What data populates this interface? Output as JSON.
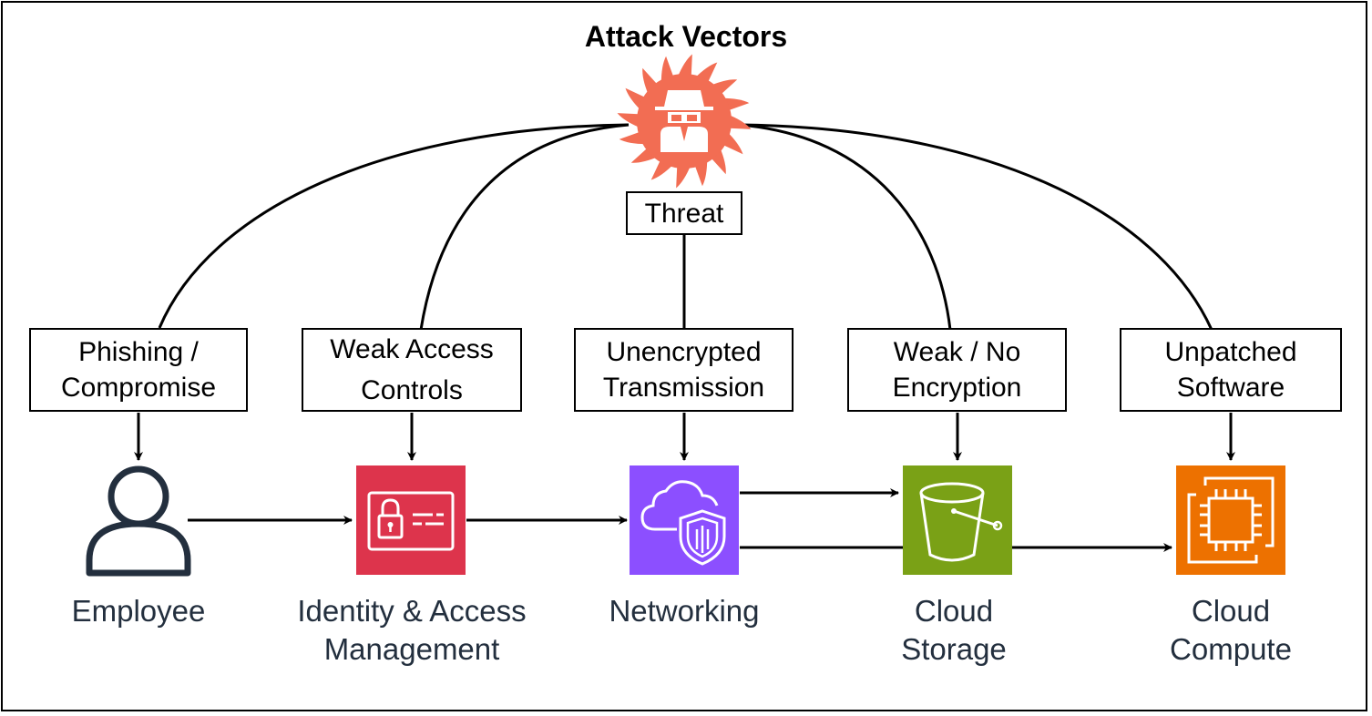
{
  "title": "Attack Vectors",
  "threat": {
    "label": "Threat",
    "icon": "hacker-icon",
    "color": "#f26d53"
  },
  "vectors": [
    {
      "line1": "Phishing /",
      "line2": "Compromise"
    },
    {
      "line1": "Weak Access",
      "line2": "Controls"
    },
    {
      "line1": "Unencrypted",
      "line2": "Transmission"
    },
    {
      "line1": "Weak / No",
      "line2": "Encryption"
    },
    {
      "line1": "Unpatched",
      "line2": "Software"
    }
  ],
  "nodes": [
    {
      "line1": "Employee",
      "line2": "",
      "icon": "user-icon",
      "color": "#232f3e"
    },
    {
      "line1": "Identity & Access",
      "line2": "Management",
      "icon": "id-card-lock-icon",
      "color": "#dd344c"
    },
    {
      "line1": "Networking",
      "line2": "",
      "icon": "cloud-shield-icon",
      "color": "#8c4fff"
    },
    {
      "line1": "Cloud",
      "line2": "Storage",
      "icon": "bucket-icon",
      "color": "#7aa116"
    },
    {
      "line1": "Cloud",
      "line2": "Compute",
      "icon": "chip-icon",
      "color": "#ed7100"
    }
  ]
}
